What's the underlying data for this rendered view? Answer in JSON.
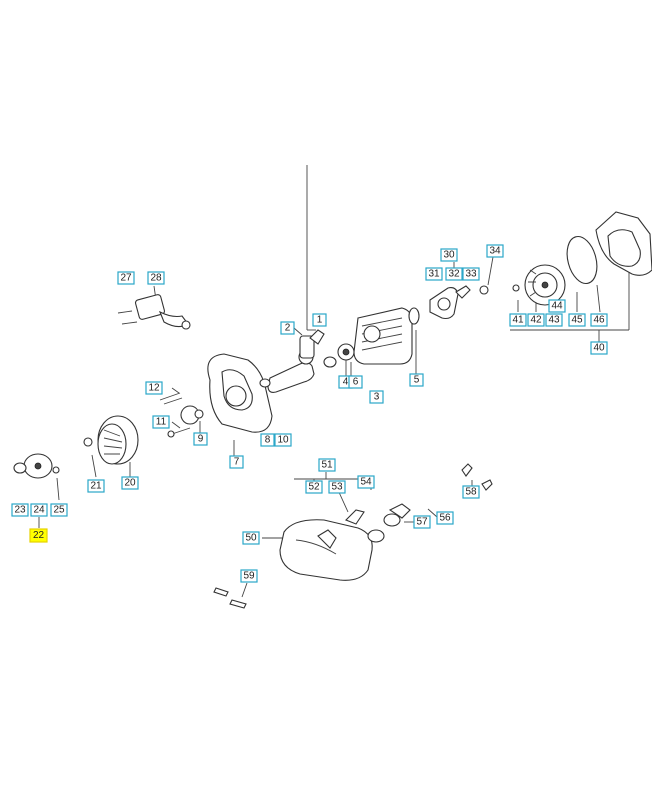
{
  "callouts": [
    {
      "id": "c1",
      "label": "1"
    },
    {
      "id": "c2",
      "label": "2"
    },
    {
      "id": "c3",
      "label": "3"
    },
    {
      "id": "c4",
      "label": "4"
    },
    {
      "id": "c5",
      "label": "5"
    },
    {
      "id": "c6",
      "label": "6"
    },
    {
      "id": "c7",
      "label": "7"
    },
    {
      "id": "c8",
      "label": "8"
    },
    {
      "id": "c9",
      "label": "9"
    },
    {
      "id": "c10",
      "label": "10"
    },
    {
      "id": "c11",
      "label": "11"
    },
    {
      "id": "c12",
      "label": "12"
    },
    {
      "id": "c20",
      "label": "20"
    },
    {
      "id": "c21",
      "label": "21"
    },
    {
      "id": "c22",
      "label": "22",
      "highlighted": true
    },
    {
      "id": "c23",
      "label": "23"
    },
    {
      "id": "c24",
      "label": "24"
    },
    {
      "id": "c25",
      "label": "25"
    },
    {
      "id": "c27",
      "label": "27"
    },
    {
      "id": "c28",
      "label": "28"
    },
    {
      "id": "c30",
      "label": "30"
    },
    {
      "id": "c31",
      "label": "31"
    },
    {
      "id": "c32",
      "label": "32"
    },
    {
      "id": "c33",
      "label": "33"
    },
    {
      "id": "c34",
      "label": "34"
    },
    {
      "id": "c40",
      "label": "40"
    },
    {
      "id": "c41",
      "label": "41"
    },
    {
      "id": "c42",
      "label": "42"
    },
    {
      "id": "c43",
      "label": "43"
    },
    {
      "id": "c44",
      "label": "44"
    },
    {
      "id": "c45",
      "label": "45"
    },
    {
      "id": "c46",
      "label": "46"
    },
    {
      "id": "c50",
      "label": "50"
    },
    {
      "id": "c51",
      "label": "51"
    },
    {
      "id": "c52",
      "label": "52"
    },
    {
      "id": "c53",
      "label": "53"
    },
    {
      "id": "c54",
      "label": "54"
    },
    {
      "id": "c56",
      "label": "56"
    },
    {
      "id": "c57",
      "label": "57"
    },
    {
      "id": "c58",
      "label": "58"
    },
    {
      "id": "c59",
      "label": "59"
    }
  ],
  "colors": {
    "callout_border": "#2aa7c9",
    "highlight_fill": "#ffff00",
    "line": "#444444"
  }
}
